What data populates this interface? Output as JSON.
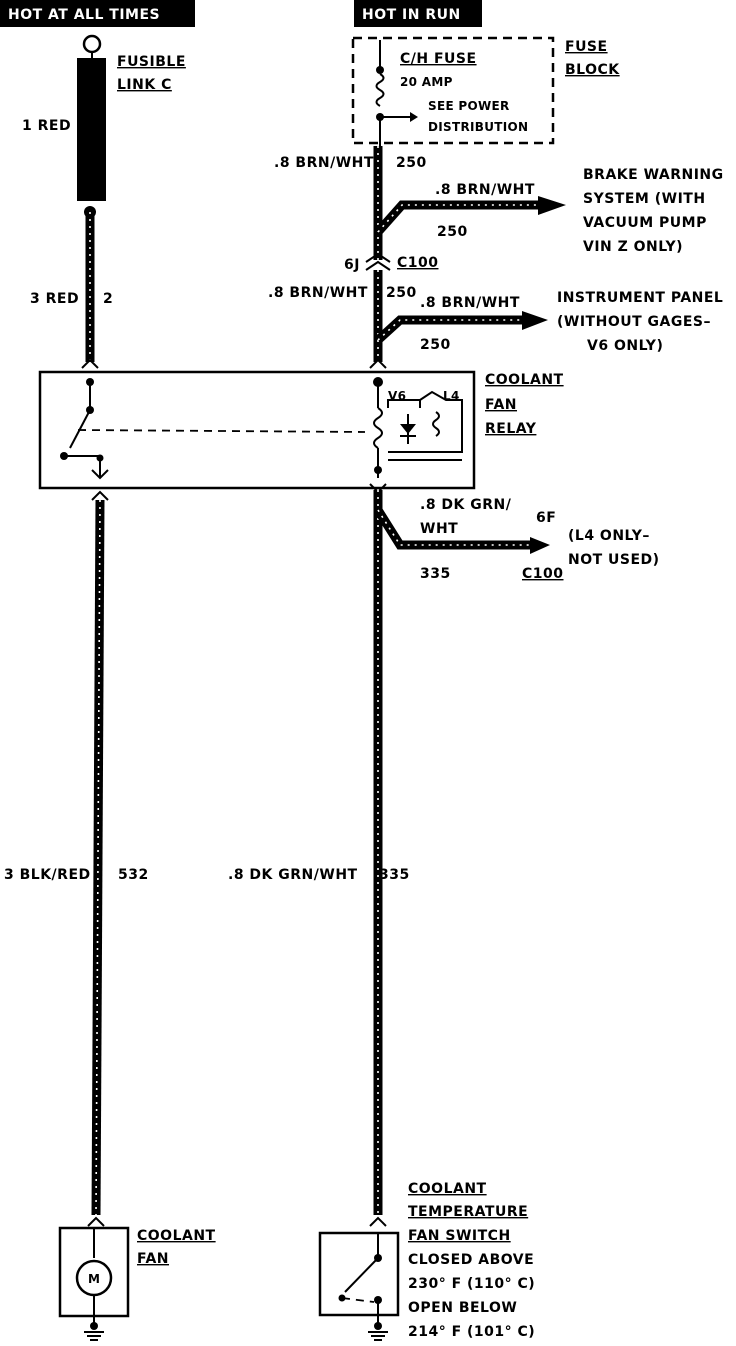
{
  "headers": {
    "left": "HOT AT ALL TIMES",
    "right": "HOT IN RUN"
  },
  "fusible_link": {
    "name_line1": "FUSIBLE",
    "name_line2": "LINK C",
    "wire_label": "1 RED"
  },
  "fuse_block": {
    "fuse_line1": "C/H FUSE",
    "fuse_line2": "20 AMP",
    "see_line1": "SEE POWER",
    "see_line2": "DISTRIBUTION",
    "block_line1": "FUSE",
    "block_line2": "BLOCK"
  },
  "wires": {
    "brn_wht_top": ".8 BRN/WHT",
    "brn_wht_top_circuit": "250",
    "brake_branch": ".8 BRN/WHT",
    "brake_branch_circuit": "250",
    "red3": "3 RED",
    "red3_circuit": "2",
    "brn_wht_mid": ".8 BRN/WHT",
    "brn_wht_mid_circuit": "250",
    "ip_branch": ".8 BRN/WHT",
    "ip_branch_circuit": "250",
    "dkgrn_branch_line1": ".8 DK GRN/",
    "dkgrn_branch_line2": "WHT",
    "dkgrn_branch_circuit": "335",
    "blk_red": "3 BLK/RED",
    "blk_red_circuit": "532",
    "dkgrn_main": ".8 DK GRN/WHT",
    "dkgrn_main_circuit": "335"
  },
  "connectors": {
    "c100_top_pin": "6J",
    "c100_top": "C100",
    "c100_bottom_pin": "6F",
    "c100_bottom": "C100"
  },
  "destinations": {
    "brake_line1": "BRAKE WARNING",
    "brake_line2": "SYSTEM (WITH",
    "brake_line3": "VACUUM PUMP",
    "brake_line4": "VIN Z ONLY)",
    "ip_line1": "INSTRUMENT PANEL",
    "ip_line2": "(WITHOUT GAGES–",
    "ip_line3": "V6 ONLY)",
    "l4_line1": "(L4 ONLY–",
    "l4_line2": "NOT USED)"
  },
  "relay": {
    "name_line1": "COOLANT",
    "name_line2": "FAN",
    "name_line3": "RELAY",
    "v6": "V6",
    "l4": "L4"
  },
  "coolant_fan": {
    "name_line1": "COOLANT",
    "name_line2": "FAN",
    "motor_symbol": "M"
  },
  "temp_switch": {
    "name_line1": "COOLANT",
    "name_line2": "TEMPERATURE",
    "name_line3": "FAN SWITCH",
    "spec_line1": "CLOSED ABOVE",
    "spec_line2": "230° F (110° C)",
    "spec_line3": "OPEN BELOW",
    "spec_line4": "214° F (101° C)"
  }
}
